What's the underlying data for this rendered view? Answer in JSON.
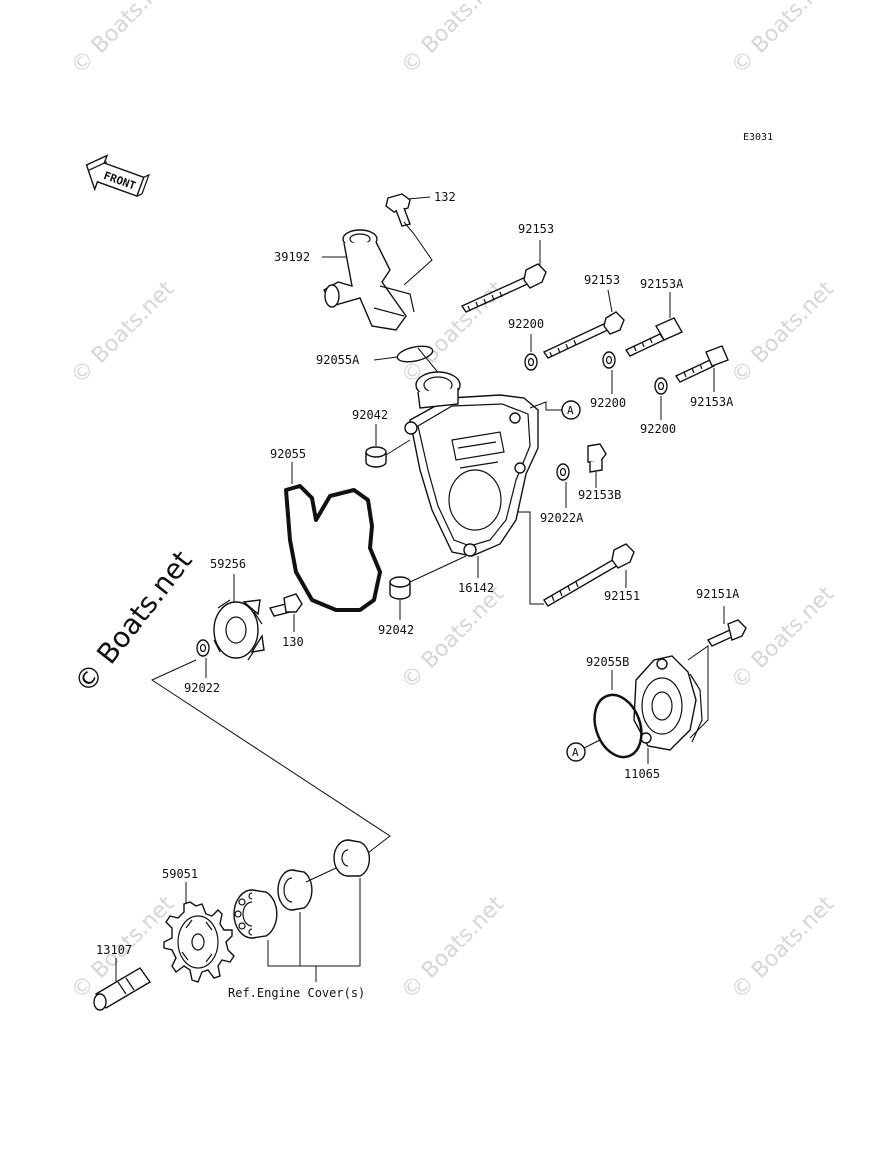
{
  "diagram": {
    "code": "E3031",
    "front_label": "FRONT",
    "watermark": "© Boats.net",
    "callout_a": "A",
    "parts": {
      "p132": "132",
      "p39192": "39192",
      "p92153_1": "92153",
      "p92153_2": "92153",
      "p92153A_1": "92153A",
      "p92153A_2": "92153A",
      "p92200_1": "92200",
      "p92200_2": "92200",
      "p92200_3": "92200",
      "p92055A": "92055A",
      "p92042_1": "92042",
      "p92042_2": "92042",
      "p92055": "92055",
      "p92153B": "92153B",
      "p92022A": "92022A",
      "p16142": "16142",
      "p92151": "92151",
      "p92151A": "92151A",
      "p59256": "59256",
      "p130": "130",
      "p92022": "92022",
      "p92055B": "92055B",
      "p11065": "11065",
      "p59051": "59051",
      "p13107": "13107",
      "ref_engine_cover": "Ref.Engine Cover(s)"
    }
  }
}
